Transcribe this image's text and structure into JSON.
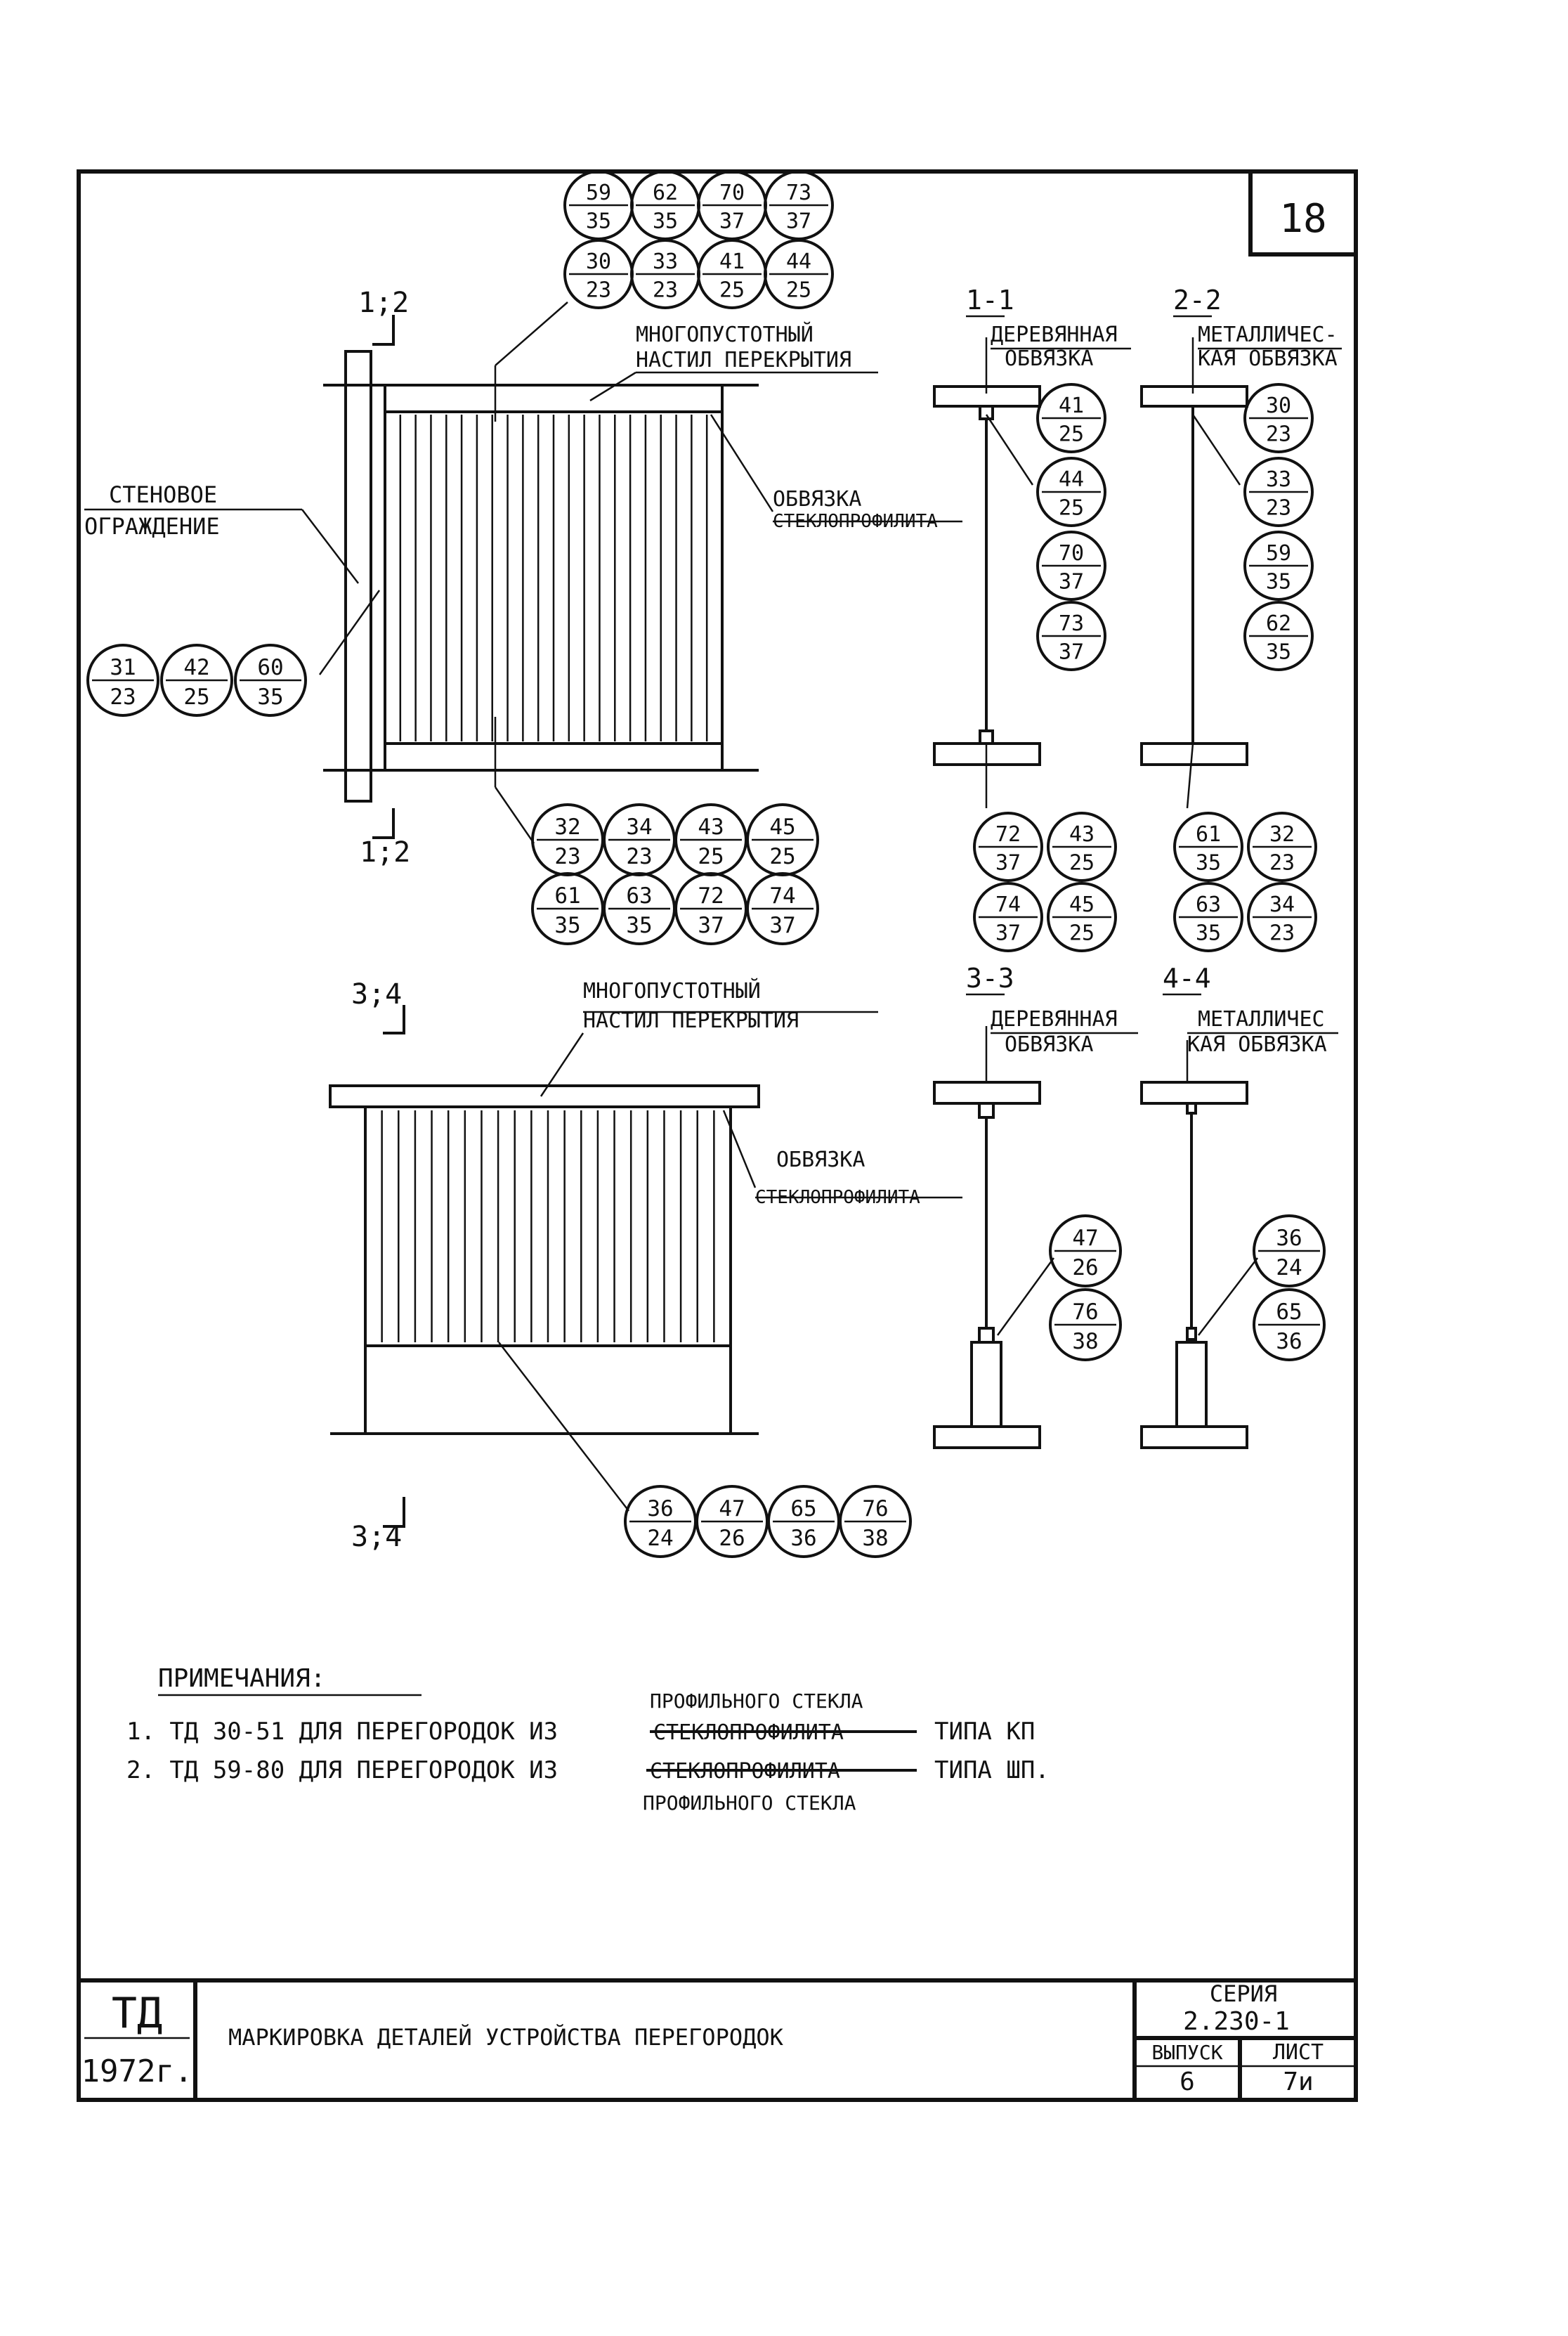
{
  "sheet_number": "18",
  "top": {
    "section_mark": "1;2",
    "slab_label": [
      "МНОГОПУСТОТНЫЙ",
      "НАСТИЛ ПЕРЕКРЫТИЯ"
    ],
    "wall_label": [
      "СТЕНОВОЕ",
      "ОГРАЖДЕНИЕ"
    ],
    "frame_label": [
      "ОБВЯЗКА",
      "СТЕКЛОПРОФИЛИТА"
    ],
    "top_markers": [
      [
        "59",
        "35"
      ],
      [
        "62",
        "35"
      ],
      [
        "70",
        "37"
      ],
      [
        "73",
        "37"
      ],
      [
        "30",
        "23"
      ],
      [
        "33",
        "23"
      ],
      [
        "41",
        "25"
      ],
      [
        "44",
        "25"
      ]
    ],
    "left_markers": [
      [
        "31",
        "23"
      ],
      [
        "42",
        "25"
      ],
      [
        "60",
        "35"
      ]
    ],
    "bottom_markers": [
      [
        "32",
        "23"
      ],
      [
        "34",
        "23"
      ],
      [
        "43",
        "25"
      ],
      [
        "45",
        "25"
      ],
      [
        "61",
        "35"
      ],
      [
        "63",
        "35"
      ],
      [
        "72",
        "37"
      ],
      [
        "74",
        "37"
      ]
    ]
  },
  "section_1": {
    "title": "1-1",
    "label": [
      "ДЕРЕВЯННАЯ",
      "ОБВЯЗКА"
    ],
    "markers": [
      [
        "41",
        "25"
      ],
      [
        "44",
        "25"
      ],
      [
        "70",
        "37"
      ],
      [
        "73",
        "37"
      ]
    ],
    "bottom_markers": [
      [
        "72",
        "37"
      ],
      [
        "43",
        "25"
      ],
      [
        "74",
        "37"
      ],
      [
        "45",
        "25"
      ]
    ]
  },
  "section_2": {
    "title": "2-2",
    "label": [
      "МЕТАЛЛИЧЕС-",
      "КАЯ ОБВЯЗКА"
    ],
    "markers": [
      [
        "30",
        "23"
      ],
      [
        "33",
        "23"
      ],
      [
        "59",
        "35"
      ],
      [
        "62",
        "35"
      ]
    ],
    "bottom_markers": [
      [
        "61",
        "35"
      ],
      [
        "32",
        "23"
      ],
      [
        "63",
        "35"
      ],
      [
        "34",
        "23"
      ]
    ]
  },
  "bottom": {
    "section_mark": "3;4",
    "slab_label": [
      "МНОГОПУСТОТНЫЙ",
      "НАСТИЛ ПЕРЕКРЫТИЯ"
    ],
    "frame_label": [
      "ОБВЯЗКА",
      "СТЕКЛОПРОФИЛИТА"
    ],
    "markers": [
      [
        "36",
        "24"
      ],
      [
        "47",
        "26"
      ],
      [
        "65",
        "36"
      ],
      [
        "76",
        "38"
      ]
    ]
  },
  "section_3": {
    "title": "3-3",
    "label": [
      "ДЕРЕВЯННАЯ",
      "ОБВЯЗКА"
    ],
    "markers": [
      [
        "47",
        "26"
      ],
      [
        "76",
        "38"
      ]
    ]
  },
  "section_4": {
    "title": "4-4",
    "label": [
      "МЕТАЛЛИЧЕС",
      "КАЯ ОБВЯЗКА"
    ],
    "markers": [
      [
        "36",
        "24"
      ],
      [
        "65",
        "36"
      ]
    ]
  },
  "notes": {
    "heading": "ПРИМЕЧАНИЯ:",
    "line1": "1. ТД  30-51 ДЛЯ ПЕРЕГОРОДОК ИЗ",
    "line1_struck": "СТЕКЛОПРОФИЛИТА",
    "line1_end": "ТИПА КП",
    "line1_correction": "ПРОФИЛЬНОГО СТЕКЛА",
    "line2": "2. ТД  59-80 ДЛЯ ПЕРЕГОРОДОК ИЗ",
    "line2_struck": "СТЕКЛОПРОФИЛИТА",
    "line2_end": "ТИПА ШП.",
    "line2_correction": "ПРОФИЛЬНОГО СТЕКЛА"
  },
  "title_block": {
    "org": "ТД",
    "year": "1972г.",
    "title": "МАРКИРОВКА  ДЕТАЛЕЙ  УСТРОЙСТВА  ПЕРЕГОРОДОК",
    "series_label": "СЕРИЯ",
    "series_value": "2.230-1",
    "issue_label": "ВЫПУСК",
    "issue_value": "6",
    "sheet_label": "ЛИСТ",
    "sheet_value": "7и"
  }
}
